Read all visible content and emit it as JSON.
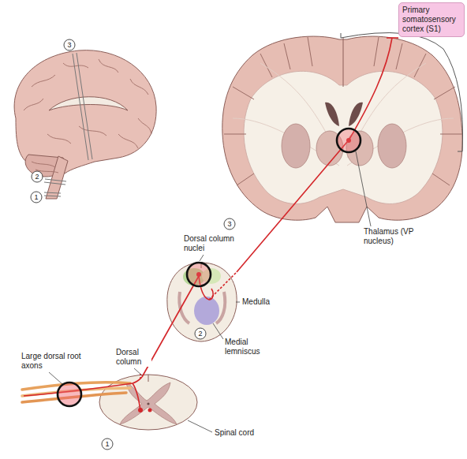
{
  "diagram": {
    "nodes": [
      {
        "text": [
          "3"
        ]
      },
      {
        "text": [
          "Primary somatosensory cortex (S1)"
        ]
      },
      {
        "text": [
          "2"
        ]
      },
      {
        "text": [
          "1"
        ]
      },
      {
        "text": [
          "3"
        ]
      },
      {
        "text": [
          "2"
        ]
      },
      {
        "text": [
          "1"
        ]
      }
    ],
    "labels": [
      "Dorsal column nuclei",
      "Medulla",
      "Medial lemniscus",
      "Thalamus (VP nucleus)",
      "Large dorsal root axons",
      "Dorsal column",
      "Spinal cord"
    ]
  }
}
